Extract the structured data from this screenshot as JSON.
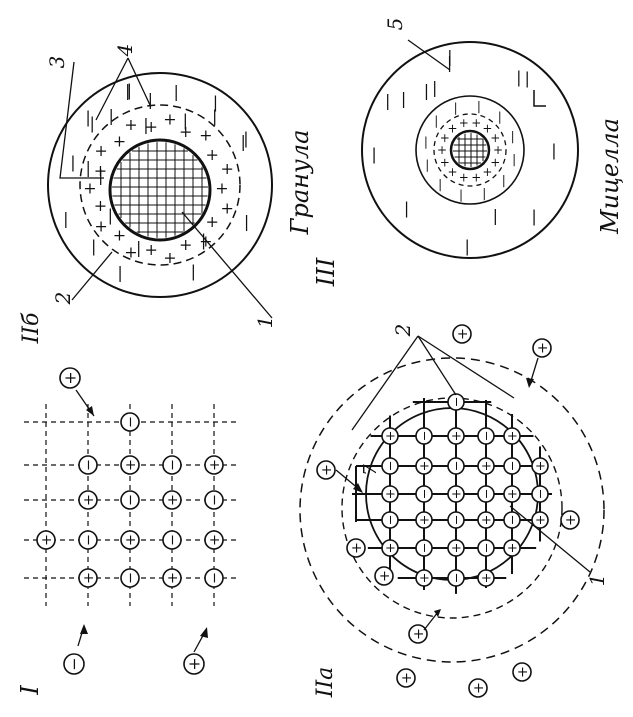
{
  "labels": {
    "panel_I": "I",
    "panel_IIa": "IIa",
    "panel_IIb": "IIб",
    "panel_III": "III",
    "granule": "Гранула",
    "micelle": "Мицелла",
    "num_1": "1",
    "num_2": "2",
    "num_3": "3",
    "num_4": "4",
    "num_5": "5",
    "num_7": "7"
  },
  "symbols": {
    "plus": "+",
    "minus": "−"
  },
  "colors": {
    "ink": "#111111",
    "paper": "#ffffff"
  }
}
